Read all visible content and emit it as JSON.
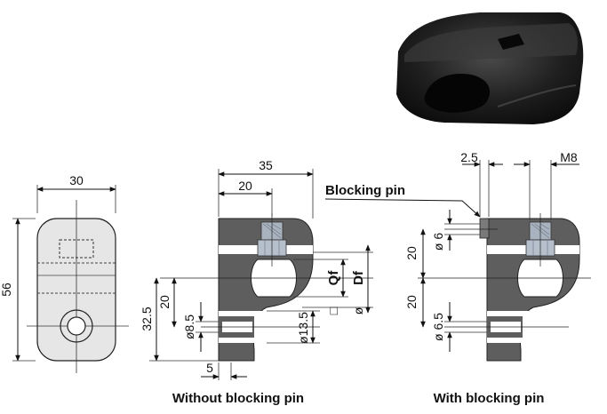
{
  "photo": {
    "name": "cam-lever-photo"
  },
  "front_view": {
    "width": "30",
    "height": "56"
  },
  "left_view": {
    "caption": "Without blocking pin",
    "dims": {
      "width_35": "35",
      "width_20": "20",
      "height_32_5": "32.5",
      "height_20": "20",
      "dia_8_5": "ø8.5",
      "dia_13_5": "ø13.5",
      "offset_5": "5",
      "qf": "Qf",
      "df": "Df",
      "sq_sym": "□",
      "dia_sym": "ø"
    }
  },
  "right_view": {
    "caption": "With blocking pin",
    "pin_label": "Blocking pin",
    "dims": {
      "pin_offset": "2.5",
      "thread": "M8",
      "dia_6": "ø 6",
      "dia_6_5": "ø 6.5",
      "height_20_top": "20",
      "height_20_bottom": "20"
    }
  },
  "colors": {
    "part_dark": "#5e5e5e",
    "part_body": "#e6e6e6",
    "screw": "#a9b3bf"
  }
}
